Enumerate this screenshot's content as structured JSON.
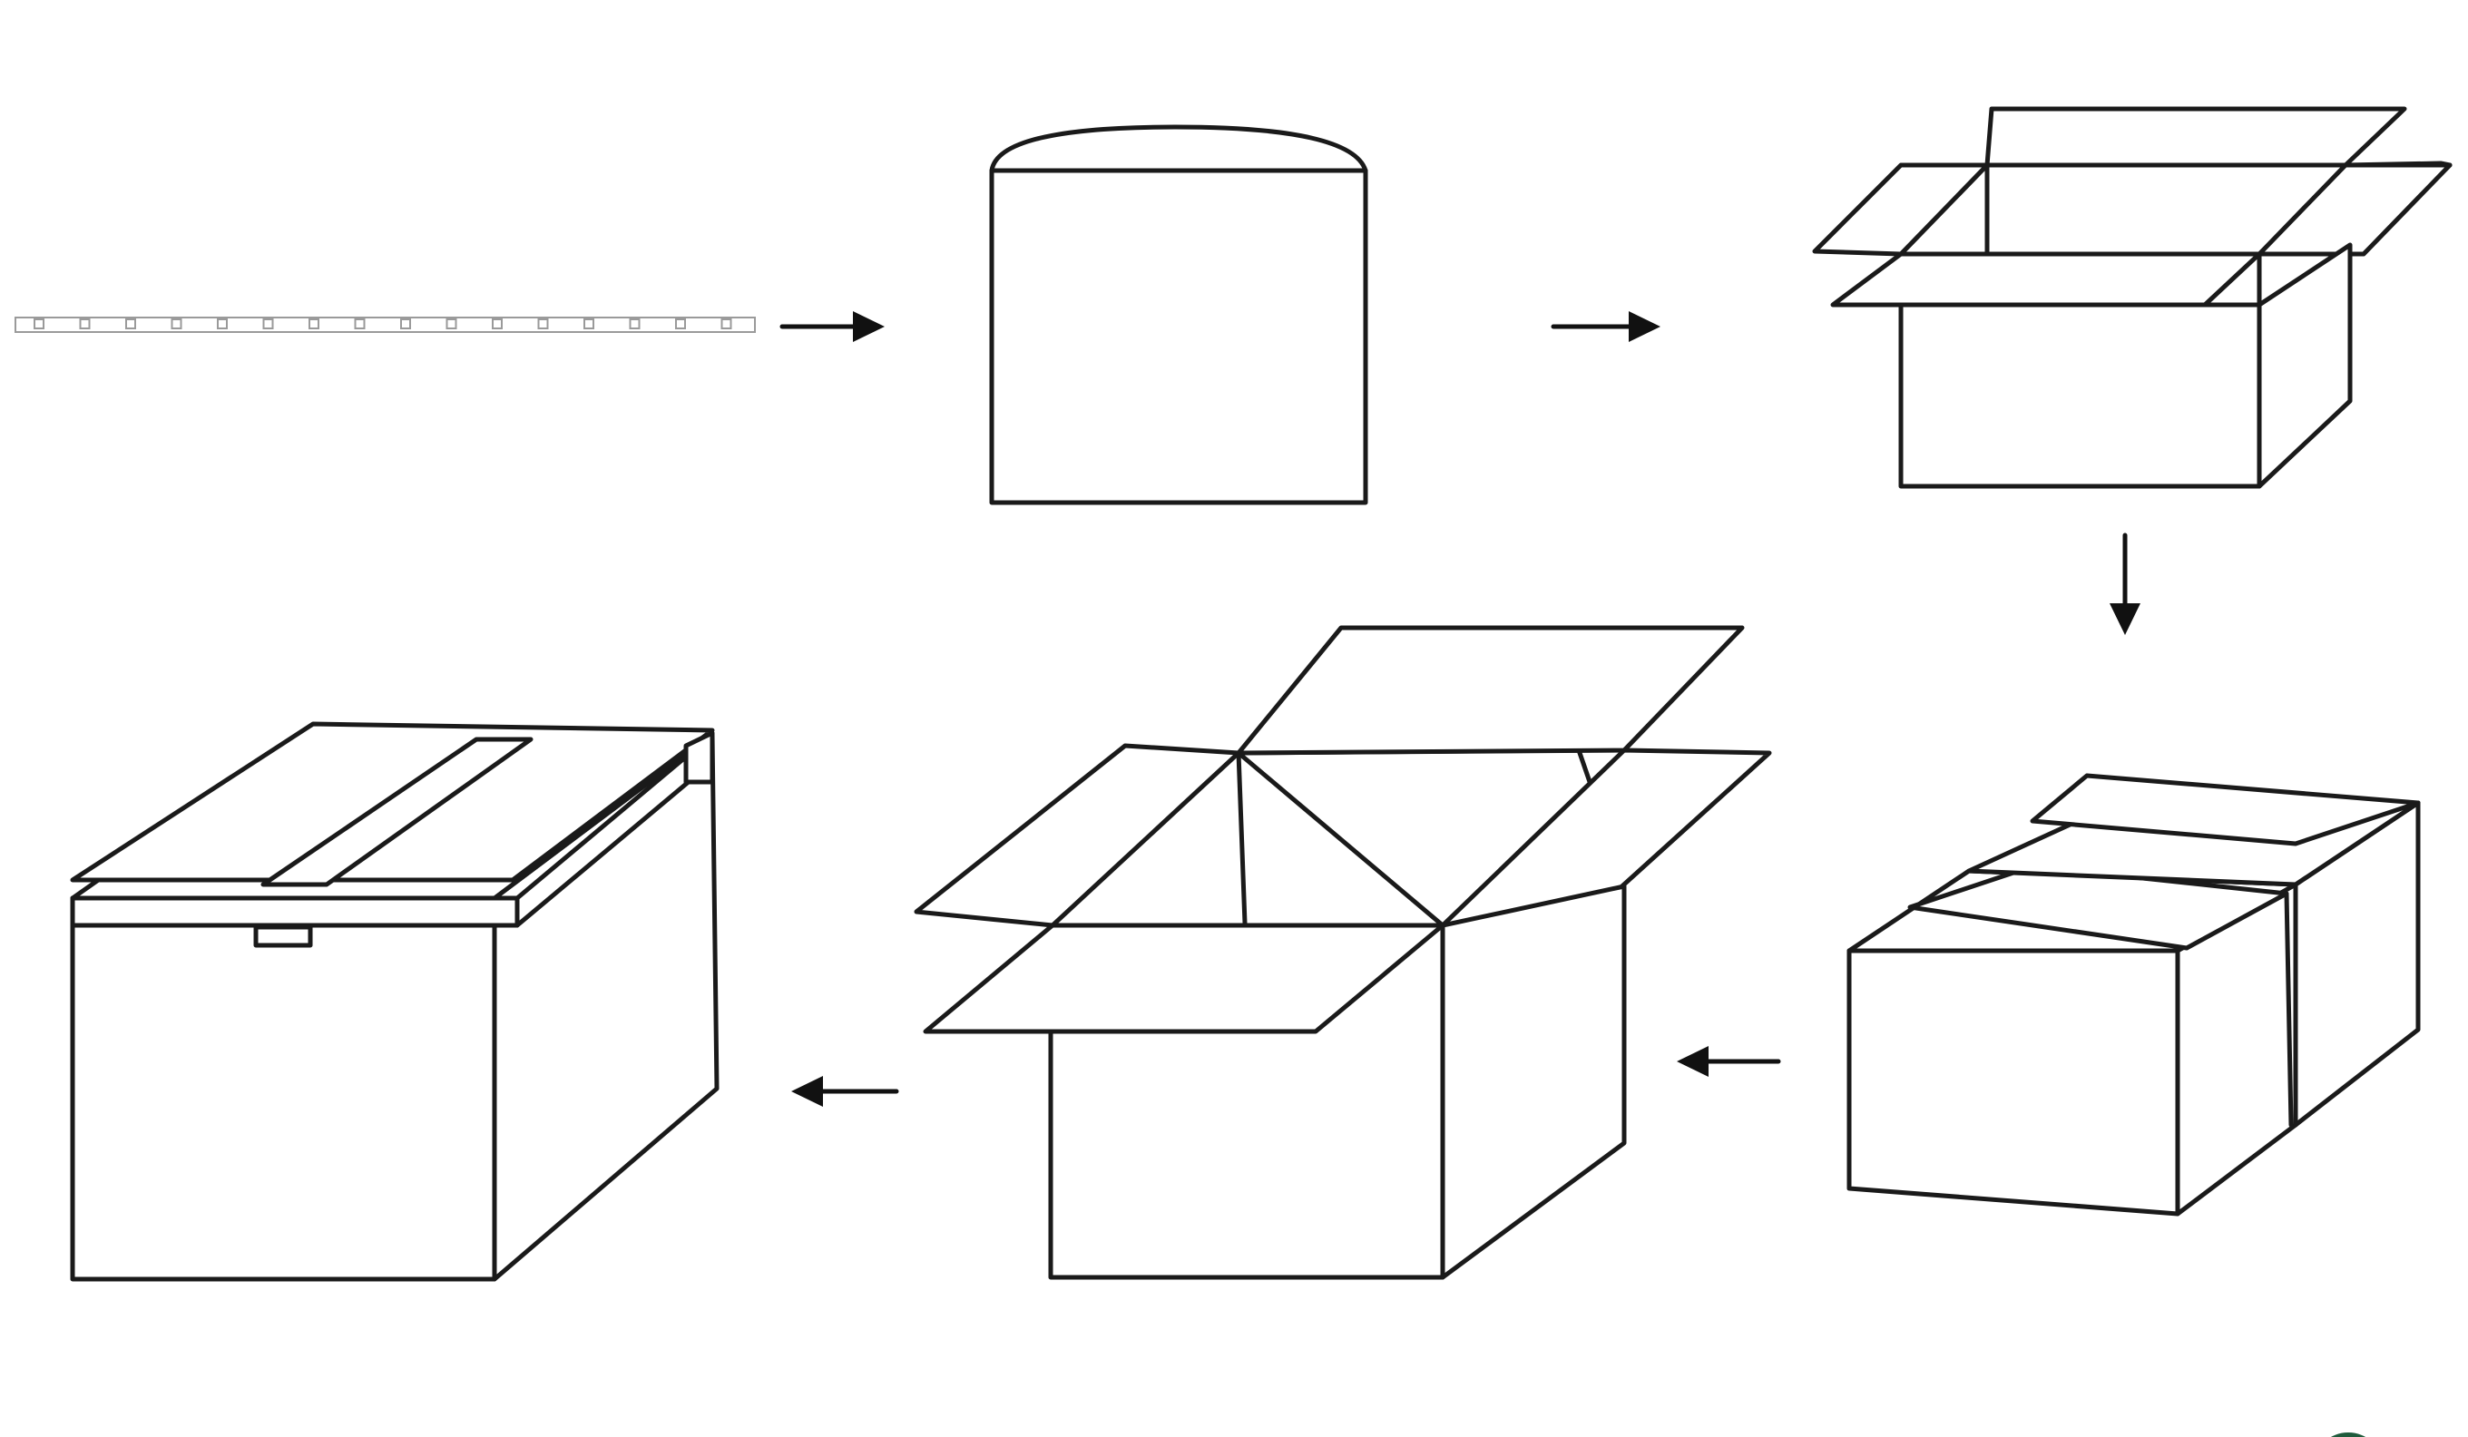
{
  "diagram": {
    "steps": [
      {
        "id": 1,
        "name": "flat-strip"
      },
      {
        "id": 2,
        "name": "bent-sheet"
      },
      {
        "id": 3,
        "name": "open-box-small"
      },
      {
        "id": 4,
        "name": "closed-flaps-box"
      },
      {
        "id": 5,
        "name": "open-box-large"
      },
      {
        "id": 6,
        "name": "taped-box"
      }
    ],
    "flow": [
      "1>2",
      "2>3",
      "3>4",
      "4>5",
      "5>6"
    ],
    "colors": {
      "stroke": "#1a1a1a",
      "strip_stroke": "#9a9a9a",
      "logo": "#1f5b3c",
      "background": "#ffffff"
    }
  }
}
